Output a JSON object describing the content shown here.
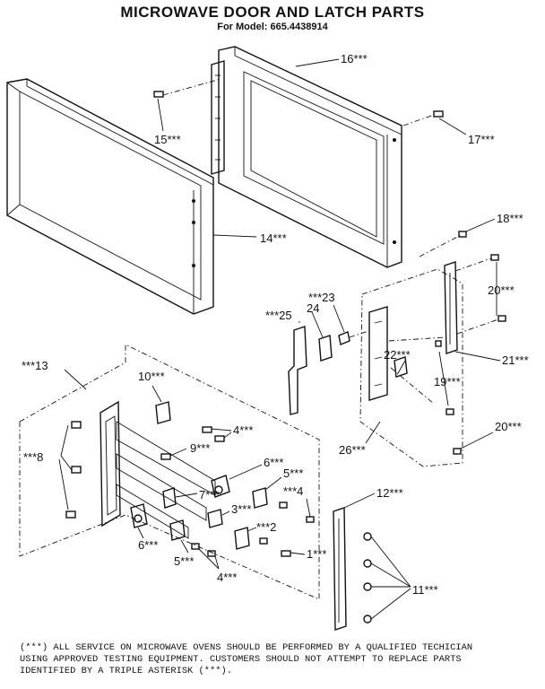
{
  "header": {
    "title": "MICROWAVE DOOR AND LATCH PARTS",
    "subtitle": "For Model: 665.4438914"
  },
  "callouts": [
    {
      "id": "16",
      "text": "16***"
    },
    {
      "id": "15",
      "text": "15***"
    },
    {
      "id": "17",
      "text": "17***"
    },
    {
      "id": "14",
      "text": "14***"
    },
    {
      "id": "18",
      "text": "18***"
    },
    {
      "id": "20a",
      "text": "20***"
    },
    {
      "id": "23",
      "text": "***23"
    },
    {
      "id": "24",
      "text": "24"
    },
    {
      "id": "25",
      "text": "***25"
    },
    {
      "id": "13",
      "text": "***13"
    },
    {
      "id": "10",
      "text": "10***"
    },
    {
      "id": "22",
      "text": "22***"
    },
    {
      "id": "21",
      "text": "21***"
    },
    {
      "id": "19",
      "text": "19***"
    },
    {
      "id": "4a",
      "text": "4***"
    },
    {
      "id": "9",
      "text": "9***"
    },
    {
      "id": "8",
      "text": "***8"
    },
    {
      "id": "20b",
      "text": "20***"
    },
    {
      "id": "26",
      "text": "26***"
    },
    {
      "id": "6a",
      "text": "6***"
    },
    {
      "id": "5a",
      "text": "5***"
    },
    {
      "id": "7",
      "text": "7***"
    },
    {
      "id": "4b",
      "text": "***4"
    },
    {
      "id": "3",
      "text": "3***"
    },
    {
      "id": "12",
      "text": "12***"
    },
    {
      "id": "2",
      "text": "***2"
    },
    {
      "id": "6b",
      "text": "6***"
    },
    {
      "id": "1",
      "text": "1***"
    },
    {
      "id": "5b",
      "text": "5***"
    },
    {
      "id": "4c",
      "text": "4***"
    },
    {
      "id": "11",
      "text": "11***"
    }
  ],
  "footnote": "(***) ALL SERVICE ON MICROWAVE OVENS SHOULD BE PERFORMED BY A QUALIFIED TECHICIAN\nUSING APPROVED TESTING EQUIPMENT. CUSTOMERS SHOULD NOT ATTEMPT TO REPLACE PARTS\nIDENTIFIED BY A TRIPLE ASTERISK (***)."
}
